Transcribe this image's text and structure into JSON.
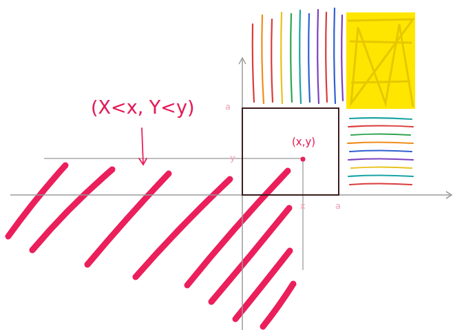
{
  "diagram": {
    "labels": [
      "(X<x, Y<y)",
      "(x,y)",
      "a",
      "y",
      "x",
      "a"
    ]
  }
}
